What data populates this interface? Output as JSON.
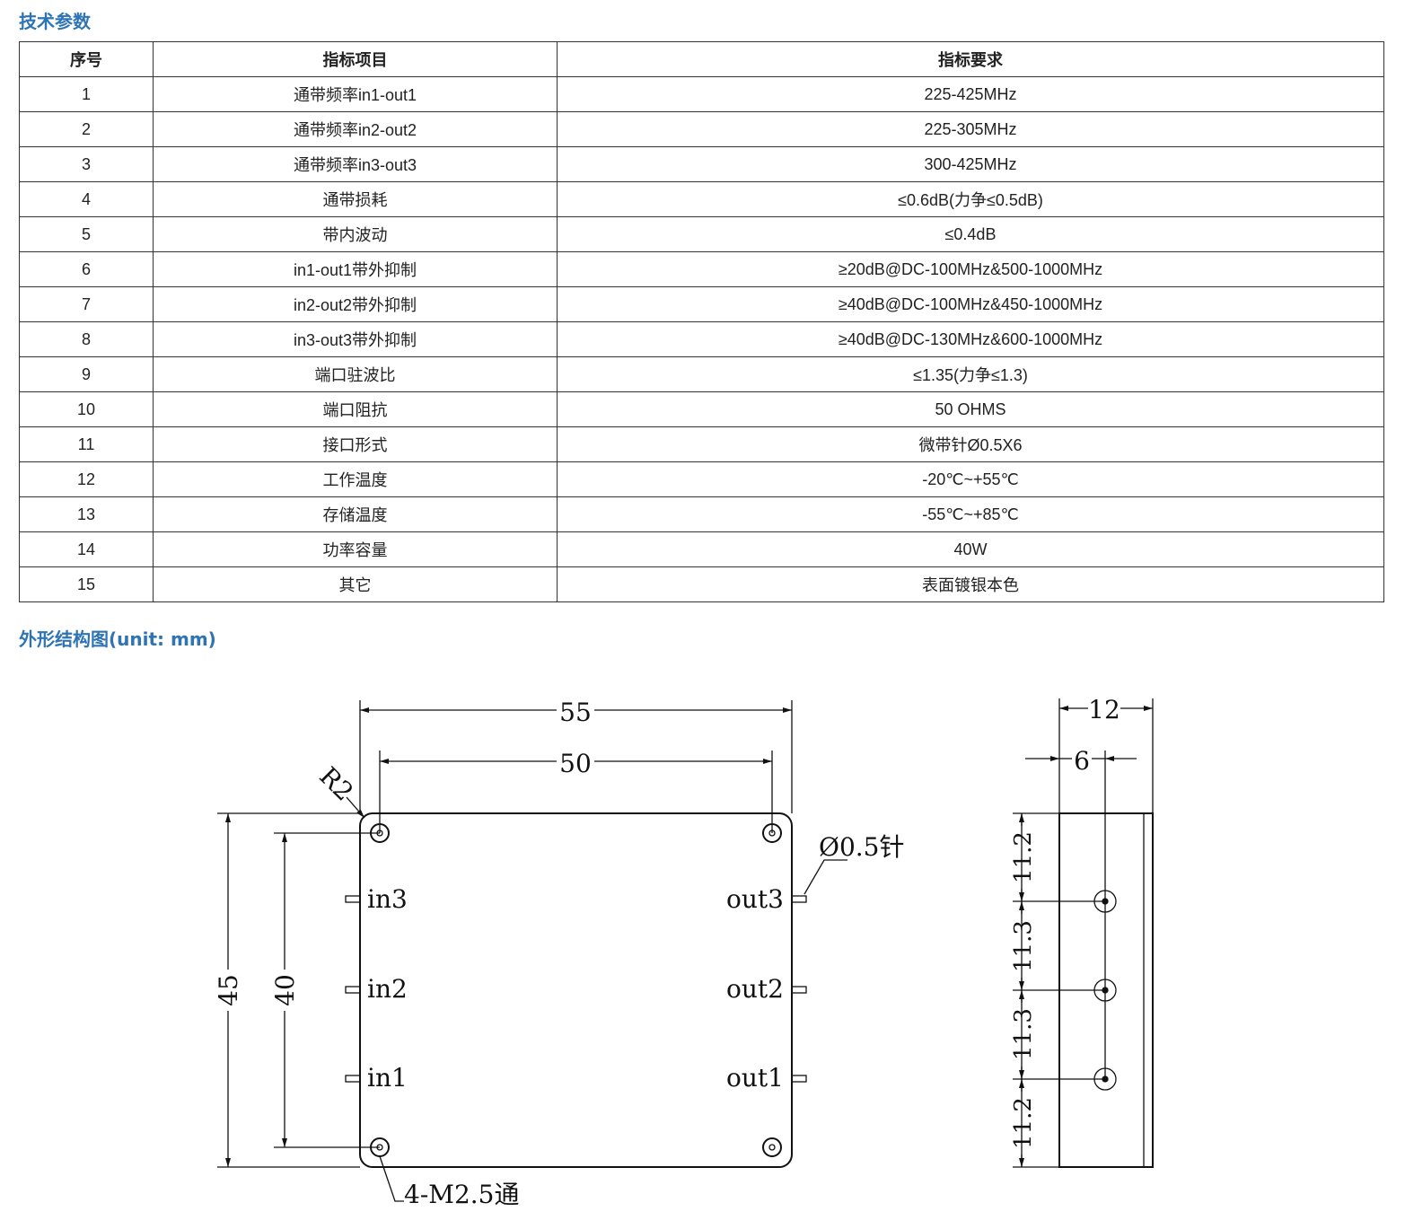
{
  "spec_section_title": "技术参数",
  "table": {
    "headers": [
      "序号",
      "指标项目",
      "指标要求"
    ],
    "rows": [
      [
        "1",
        "通带频率in1-out1",
        "225-425MHz"
      ],
      [
        "2",
        "通带频率in2-out2",
        "225-305MHz"
      ],
      [
        "3",
        "通带频率in3-out3",
        "300-425MHz"
      ],
      [
        "4",
        "通带损耗",
        "≤0.6dB(力争≤0.5dB)"
      ],
      [
        "5",
        "带内波动",
        "≤0.4dB"
      ],
      [
        "6",
        "in1-out1带外抑制",
        "≥20dB@DC-100MHz&500-1000MHz"
      ],
      [
        "7",
        "in2-out2带外抑制",
        "≥40dB@DC-100MHz&450-1000MHz"
      ],
      [
        "8",
        "in3-out3带外抑制",
        "≥40dB@DC-130MHz&600-1000MHz"
      ],
      [
        "9",
        "端口驻波比",
        "≤1.35(力争≤1.3)"
      ],
      [
        "10",
        "端口阻抗",
        "50 OHMS"
      ],
      [
        "11",
        "接口形式",
        "微带针Ø0.5X6"
      ],
      [
        "12",
        "工作温度",
        "-20℃~+55℃"
      ],
      [
        "13",
        "存储温度",
        "-55℃~+85℃"
      ],
      [
        "14",
        "功率容量",
        "40W"
      ],
      [
        "15",
        "其它",
        "表面镀银本色"
      ]
    ]
  },
  "drawing_section_title": "外形结构图(unit: mm)",
  "drawing": {
    "dim_55": "55",
    "dim_50": "50",
    "dim_45": "45",
    "dim_40": "40",
    "dim_12": "12",
    "dim_6": "6",
    "radius": "R2",
    "pin_note": "Ø0.5针",
    "hole_note": "4-M2.5通",
    "ports": [
      "in3",
      "in2",
      "in1",
      "out3",
      "out2",
      "out1"
    ],
    "side_dims": [
      "11.2",
      "11.3",
      "11.3",
      "11.2"
    ]
  }
}
